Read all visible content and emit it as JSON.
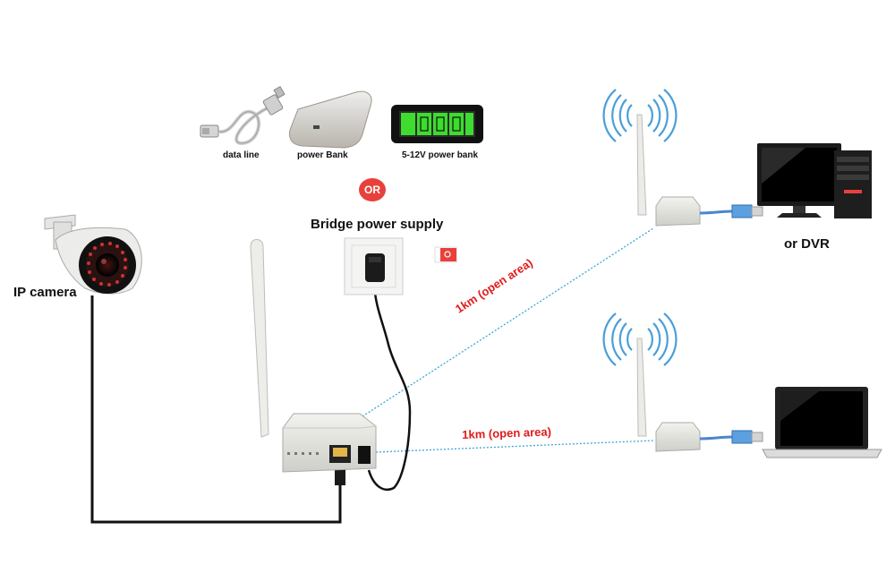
{
  "labels": {
    "data_line": "data line",
    "power_bank": "power Bank",
    "power_bank_12v": "5-12V power bank",
    "or_badge": "OR",
    "bridge_power_supply": "Bridge power supply",
    "ip_camera": "IP camera",
    "or_dvr": "or DVR",
    "link_upper": "1km (open area)",
    "link_lower": "1km (open area)"
  },
  "colors": {
    "cable": "#111111",
    "link_line": "#3aa6d8",
    "link_text": "#e01b1b",
    "or_badge": "#e8413c",
    "wifi": "#4a9fd8",
    "battery_green": "#3ddc2f"
  }
}
